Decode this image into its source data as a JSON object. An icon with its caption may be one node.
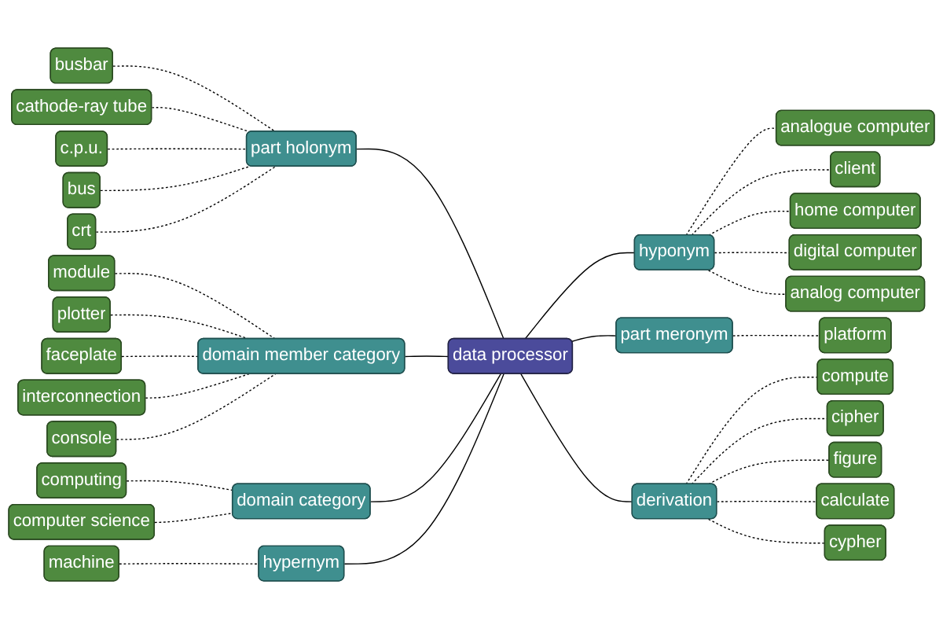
{
  "diagram": {
    "nodes": [
      {
        "text": [
          "data processor"
        ]
      },
      {
        "text": [
          "part holonym"
        ]
      },
      {
        "text": [
          "domain member category"
        ]
      },
      {
        "text": [
          "domain category"
        ]
      },
      {
        "text": [
          "hypernym"
        ]
      },
      {
        "text": [
          "hyponym"
        ]
      },
      {
        "text": [
          "part meronym"
        ]
      },
      {
        "text": [
          "derivation"
        ]
      },
      {
        "text": [
          "busbar"
        ]
      },
      {
        "text": [
          "cathode-ray tube"
        ]
      },
      {
        "text": [
          "c.p.u."
        ]
      },
      {
        "text": [
          "bus"
        ]
      },
      {
        "text": [
          "crt"
        ]
      },
      {
        "text": [
          "module"
        ]
      },
      {
        "text": [
          "plotter"
        ]
      },
      {
        "text": [
          "faceplate"
        ]
      },
      {
        "text": [
          "interconnection"
        ]
      },
      {
        "text": [
          "console"
        ]
      },
      {
        "text": [
          "computing"
        ]
      },
      {
        "text": [
          "computer science"
        ]
      },
      {
        "text": [
          "machine"
        ]
      },
      {
        "text": [
          "analogue computer"
        ]
      },
      {
        "text": [
          "client"
        ]
      },
      {
        "text": [
          "home computer"
        ]
      },
      {
        "text": [
          "digital computer"
        ]
      },
      {
        "text": [
          "analog computer"
        ]
      },
      {
        "text": [
          "platform"
        ]
      },
      {
        "text": [
          "compute"
        ]
      },
      {
        "text": [
          "cipher"
        ]
      },
      {
        "text": [
          "figure"
        ]
      },
      {
        "text": [
          "calculate"
        ]
      },
      {
        "text": [
          "cypher"
        ]
      }
    ],
    "edges": [
      {
        "from": 1,
        "to": 0,
        "arrow": "none"
      },
      {
        "from": 2,
        "to": 0,
        "arrow": "none"
      },
      {
        "from": 3,
        "to": 0,
        "arrow": "none"
      },
      {
        "from": 4,
        "to": 0,
        "arrow": "none"
      },
      {
        "from": 0,
        "to": 5,
        "arrow": "none"
      },
      {
        "from": 0,
        "to": 6,
        "arrow": "none"
      },
      {
        "from": 0,
        "to": 7,
        "arrow": "none"
      },
      {
        "from": 8,
        "to": 1,
        "arrow": "none",
        "style": "dashed"
      },
      {
        "from": 9,
        "to": 1,
        "arrow": "none",
        "style": "dashed"
      },
      {
        "from": 10,
        "to": 1,
        "arrow": "none",
        "style": "dashed"
      },
      {
        "from": 11,
        "to": 1,
        "arrow": "none",
        "style": "dashed"
      },
      {
        "from": 12,
        "to": 1,
        "arrow": "none",
        "style": "dashed"
      },
      {
        "from": 13,
        "to": 2,
        "arrow": "none",
        "style": "dashed"
      },
      {
        "from": 14,
        "to": 2,
        "arrow": "none",
        "style": "dashed"
      },
      {
        "from": 15,
        "to": 2,
        "arrow": "none",
        "style": "dashed"
      },
      {
        "from": 16,
        "to": 2,
        "arrow": "none",
        "style": "dashed"
      },
      {
        "from": 17,
        "to": 2,
        "arrow": "none",
        "style": "dashed"
      },
      {
        "from": 18,
        "to": 3,
        "arrow": "none",
        "style": "dashed"
      },
      {
        "from": 19,
        "to": 3,
        "arrow": "none",
        "style": "dashed"
      },
      {
        "from": 20,
        "to": 4,
        "arrow": "none",
        "style": "dashed"
      },
      {
        "from": 5,
        "to": 21,
        "arrow": "none",
        "style": "dashed"
      },
      {
        "from": 5,
        "to": 22,
        "arrow": "none",
        "style": "dashed"
      },
      {
        "from": 5,
        "to": 23,
        "arrow": "none",
        "style": "dashed"
      },
      {
        "from": 5,
        "to": 24,
        "arrow": "none",
        "style": "dashed"
      },
      {
        "from": 5,
        "to": 25,
        "arrow": "none",
        "style": "dashed"
      },
      {
        "from": 6,
        "to": 26,
        "arrow": "none",
        "style": "dashed"
      },
      {
        "from": 7,
        "to": 27,
        "arrow": "none",
        "style": "dashed"
      },
      {
        "from": 7,
        "to": 28,
        "arrow": "none",
        "style": "dashed"
      },
      {
        "from": 7,
        "to": 29,
        "arrow": "none",
        "style": "dashed"
      },
      {
        "from": 7,
        "to": 30,
        "arrow": "none",
        "style": "dashed"
      },
      {
        "from": 7,
        "to": 31,
        "arrow": "none",
        "style": "dashed"
      }
    ]
  }
}
